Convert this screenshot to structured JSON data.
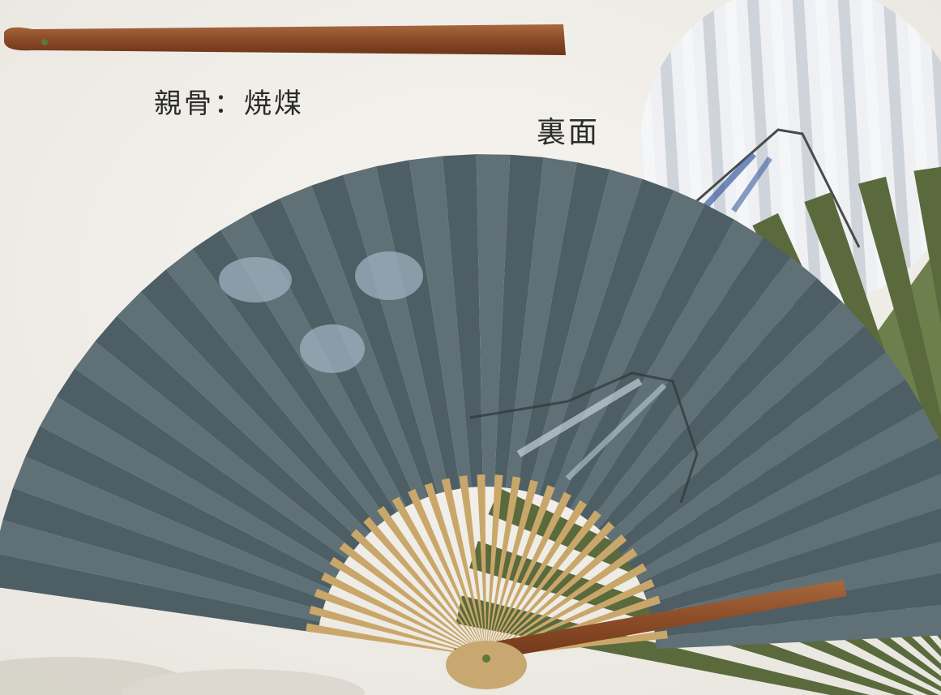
{
  "texts": {
    "rib_label": "親骨：焼煤",
    "back_label": "裏面"
  },
  "colors": {
    "background": "#f3f1ec",
    "fan_main": "#5f7177",
    "fan_main_dark": "#4d5e64",
    "fan_back": "#e6e9ee",
    "fan_green": "#6e7f4e",
    "fan_green_dark": "#5a6a3c",
    "ribs_bamboo": "#c9a76a",
    "guard_stick": "#8a4a26"
  },
  "icons": {
    "main_fan": "folding-fan-blue-gray",
    "back_fan": "folding-fan-reverse-side",
    "green_fan": "folding-fan-green",
    "guard_stick": "guard-stick"
  }
}
